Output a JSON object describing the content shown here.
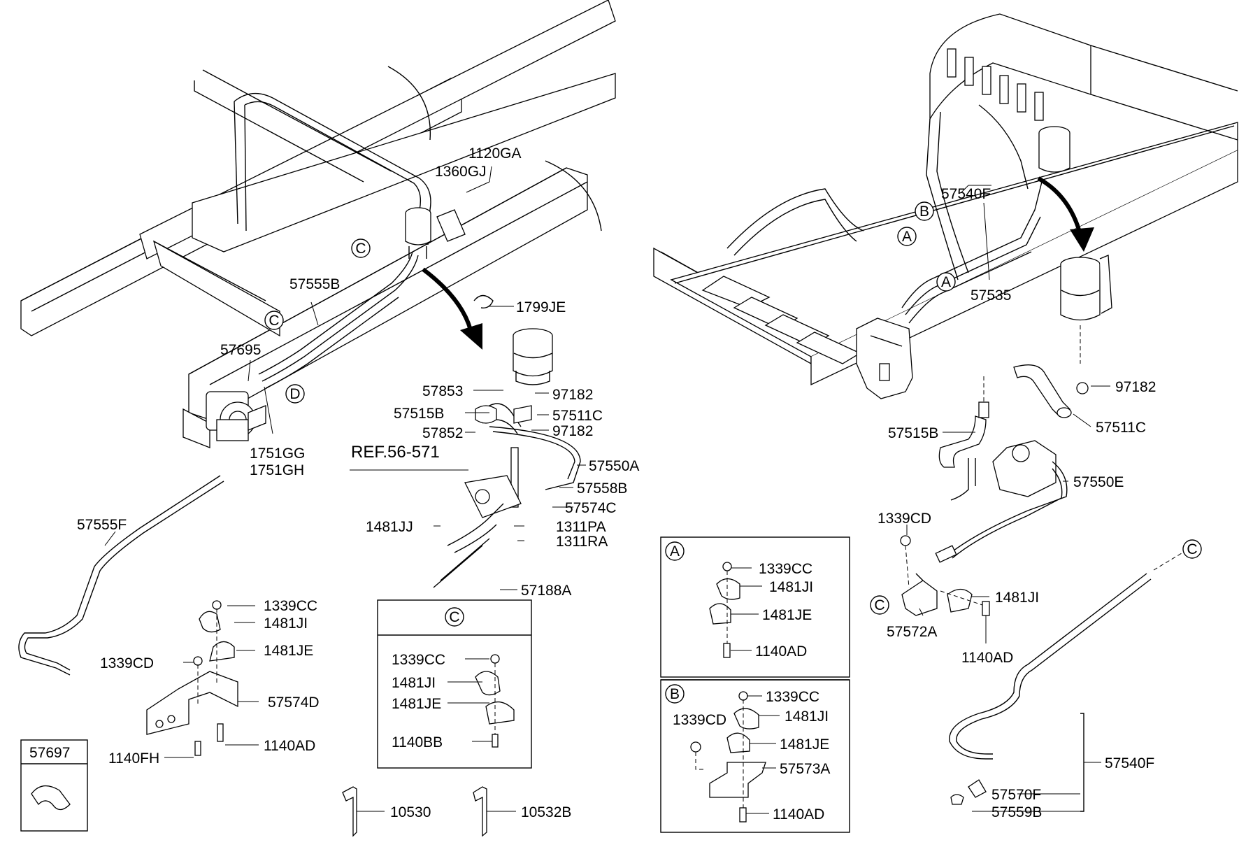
{
  "callouts": {
    "c1120ga": "1120GA",
    "c1360gj": "1360GJ",
    "c57555b": "57555B",
    "c1799je": "1799JE",
    "c57695": "57695",
    "c1751gg": "1751GG",
    "c1751gh": "1751GH",
    "c57853": "57853",
    "c97182a": "97182",
    "c57515b_l": "57515B",
    "c57511c_l": "57511C",
    "c57852": "57852",
    "c97182b": "97182",
    "c57550a": "57550A",
    "ref": "REF.56-571",
    "c57558b": "57558B",
    "c57574c": "57574C",
    "c1481jj": "1481JJ",
    "c1311pa": "1311PA",
    "c1311ra": "1311RA",
    "c57188a": "57188A",
    "c57555f": "57555F",
    "c1339cc_l": "1339CC",
    "c1481ji_l": "1481JI",
    "c1481je_l": "1481JE",
    "c1339cd_l": "1339CD",
    "c57574d": "57574D",
    "c1140ad_l": "1140AD",
    "c1140fh": "1140FH",
    "c57697": "57697",
    "c10530": "10530",
    "c10532b": "10532B",
    "c57540f_top": "57540F",
    "c57535": "57535",
    "c97182_r": "97182",
    "c57515b_r": "57515B",
    "c57511c_r": "57511C",
    "c57550e": "57550E",
    "c1339cd_r": "1339CD",
    "c1481ji_r": "1481JI",
    "c57572a": "57572A",
    "c1140ad_r": "1140AD",
    "c57540f_bot": "57540F",
    "c57570f": "57570F",
    "c57559b": "57559B"
  },
  "boxC": {
    "letter": "C",
    "l1339cc": "1339CC",
    "l1481ji": "1481JI",
    "l1481je": "1481JE",
    "l1140bb": "1140BB"
  },
  "boxA": {
    "letter": "A",
    "l1339cc": "1339CC",
    "l1481ji": "1481JI",
    "l1481je": "1481JE",
    "l1140ad": "1140AD"
  },
  "boxB": {
    "letter": "B",
    "l1339cc": "1339CC",
    "l1339cd": "1339CD",
    "l1481ji": "1481JI",
    "l1481je": "1481JE",
    "l57573a": "57573A",
    "l1140ad": "1140AD"
  },
  "markers": {
    "c": "C",
    "d": "D",
    "a": "A",
    "b": "B"
  }
}
